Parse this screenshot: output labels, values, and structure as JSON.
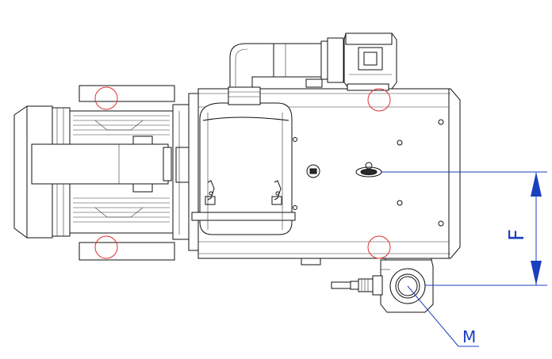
{
  "dimension_label": "F",
  "callout_label": "M",
  "colors": {
    "outline": "#111111",
    "dimension": "#1a3fbf",
    "mounting_marker": "#e03030"
  },
  "mounting_points": 4
}
